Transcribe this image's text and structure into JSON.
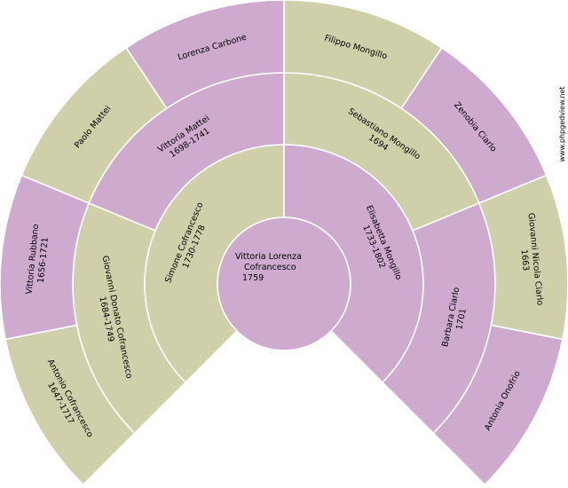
{
  "colors": {
    "purple": "#cfaacf",
    "olive": "#cfcfaa",
    "background": "#ffffff",
    "text": "#000000"
  },
  "watermark": "www.phpgedview.net",
  "root": {
    "lines": [
      "Vittoria Lorenza",
      "Cofrancesco",
      "1759"
    ],
    "color": "purple"
  },
  "rings": [
    [
      {
        "lines": [
          "Simone Cofrancesco",
          "1730-1778"
        ],
        "color": "olive"
      },
      {
        "lines": [
          "Elisabetta Mongillo",
          "1733-1802"
        ],
        "color": "purple"
      }
    ],
    [
      {
        "lines": [
          "Giovanni Donato Cofrancesco",
          "1684-1749"
        ],
        "color": "olive"
      },
      {
        "lines": [
          "Vittoria Mattei",
          "1698-1741"
        ],
        "color": "purple"
      },
      {
        "lines": [
          "Sebastiano Mongillo",
          "1694"
        ],
        "color": "olive"
      },
      {
        "lines": [
          "Barbara Ciarlo",
          "1701"
        ],
        "color": "purple"
      }
    ],
    [
      {
        "lines": [
          "Antonio Cofrancesco",
          "1647-1717"
        ],
        "color": "olive"
      },
      {
        "lines": [
          "Vittoria Rubbano",
          "1656-1721"
        ],
        "color": "purple"
      },
      {
        "lines": [
          "Paolo Mattei"
        ],
        "color": "olive"
      },
      {
        "lines": [
          "Lorenza Carbone"
        ],
        "color": "purple"
      },
      {
        "lines": [
          "Filippo Mongillo"
        ],
        "color": "olive"
      },
      {
        "lines": [
          "Zenobia Ciarlo"
        ],
        "color": "purple"
      },
      {
        "lines": [
          "Giovanni Nicola Ciarlo",
          "1663"
        ],
        "color": "olive"
      },
      {
        "lines": [
          "Antonia Onofrio"
        ],
        "color": "purple"
      }
    ]
  ]
}
